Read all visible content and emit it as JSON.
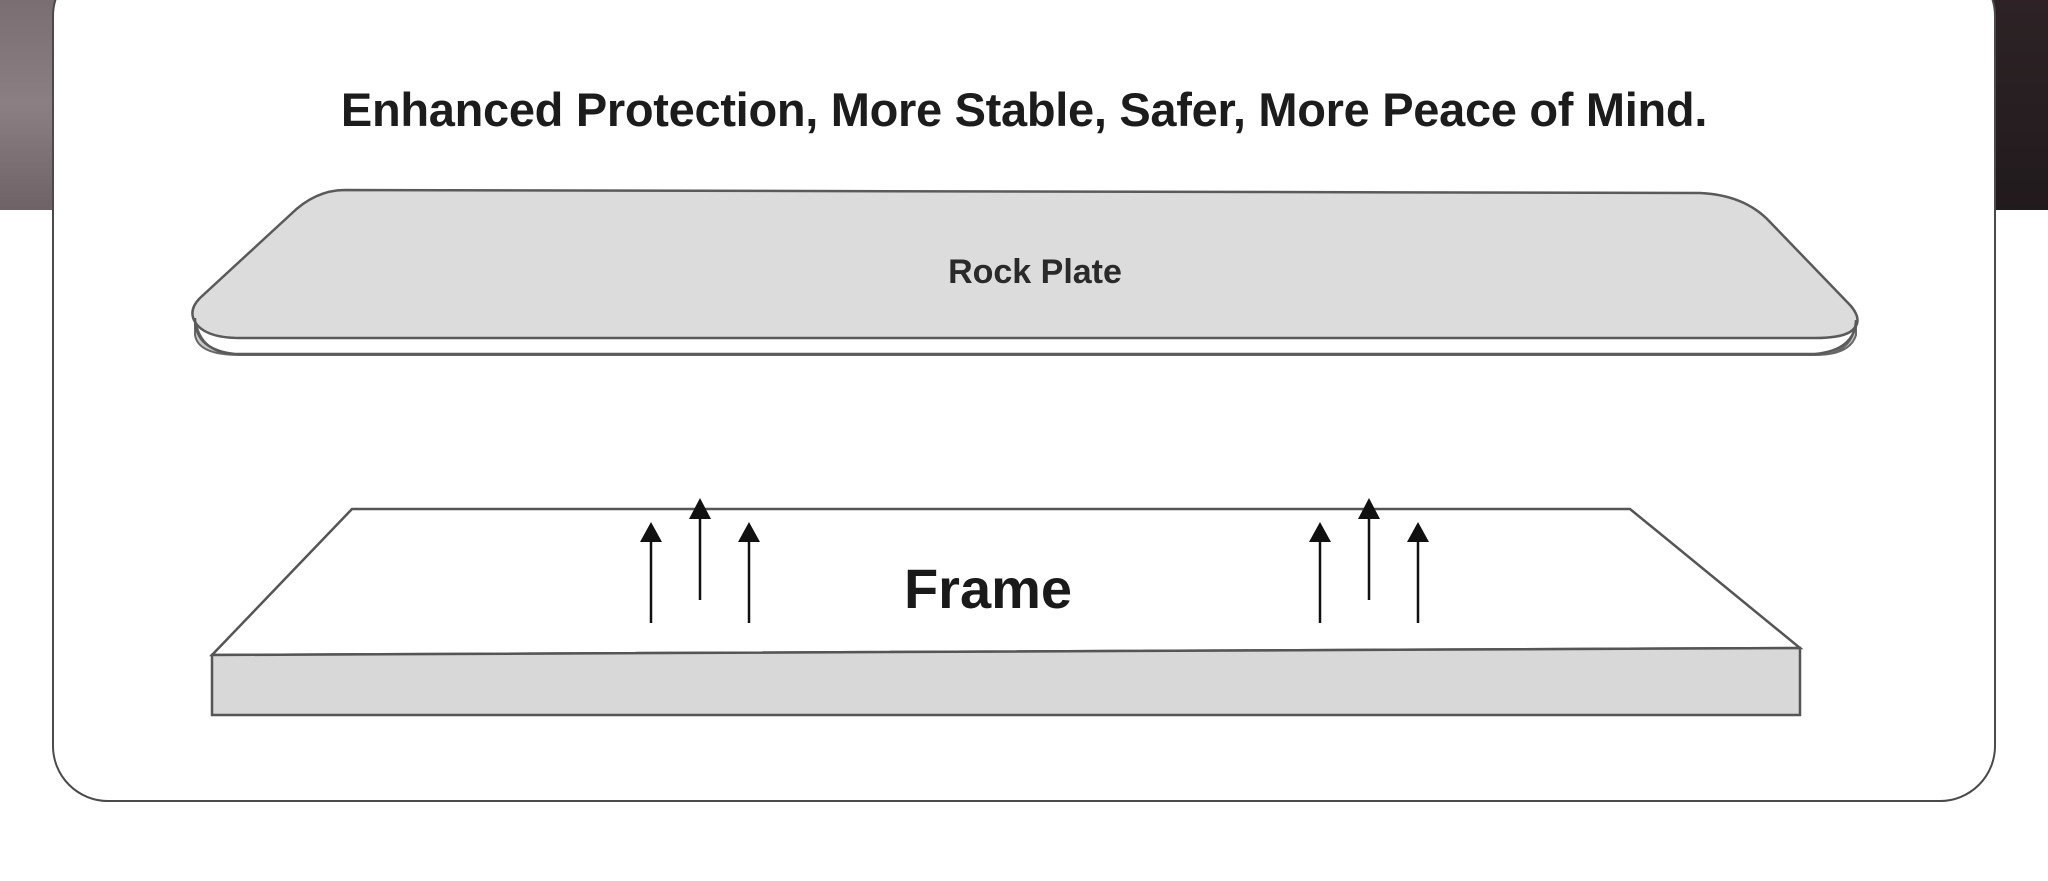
{
  "headline": "Enhanced Protection, More Stable, Safer, More Peace of Mind.",
  "rock_plate": {
    "label": "Rock Plate",
    "fill_color": "#dcdcdc"
  },
  "frame": {
    "label": "Frame",
    "fill_color": "#ffffff",
    "side_color": "#d8d8d8"
  },
  "arrows": {
    "direction": "up",
    "groups": 2,
    "per_group": 3
  },
  "colors": {
    "outline": "#555555",
    "arrow": "#111111",
    "background_left": "#7a6e72",
    "background_right": "#2d2326"
  }
}
